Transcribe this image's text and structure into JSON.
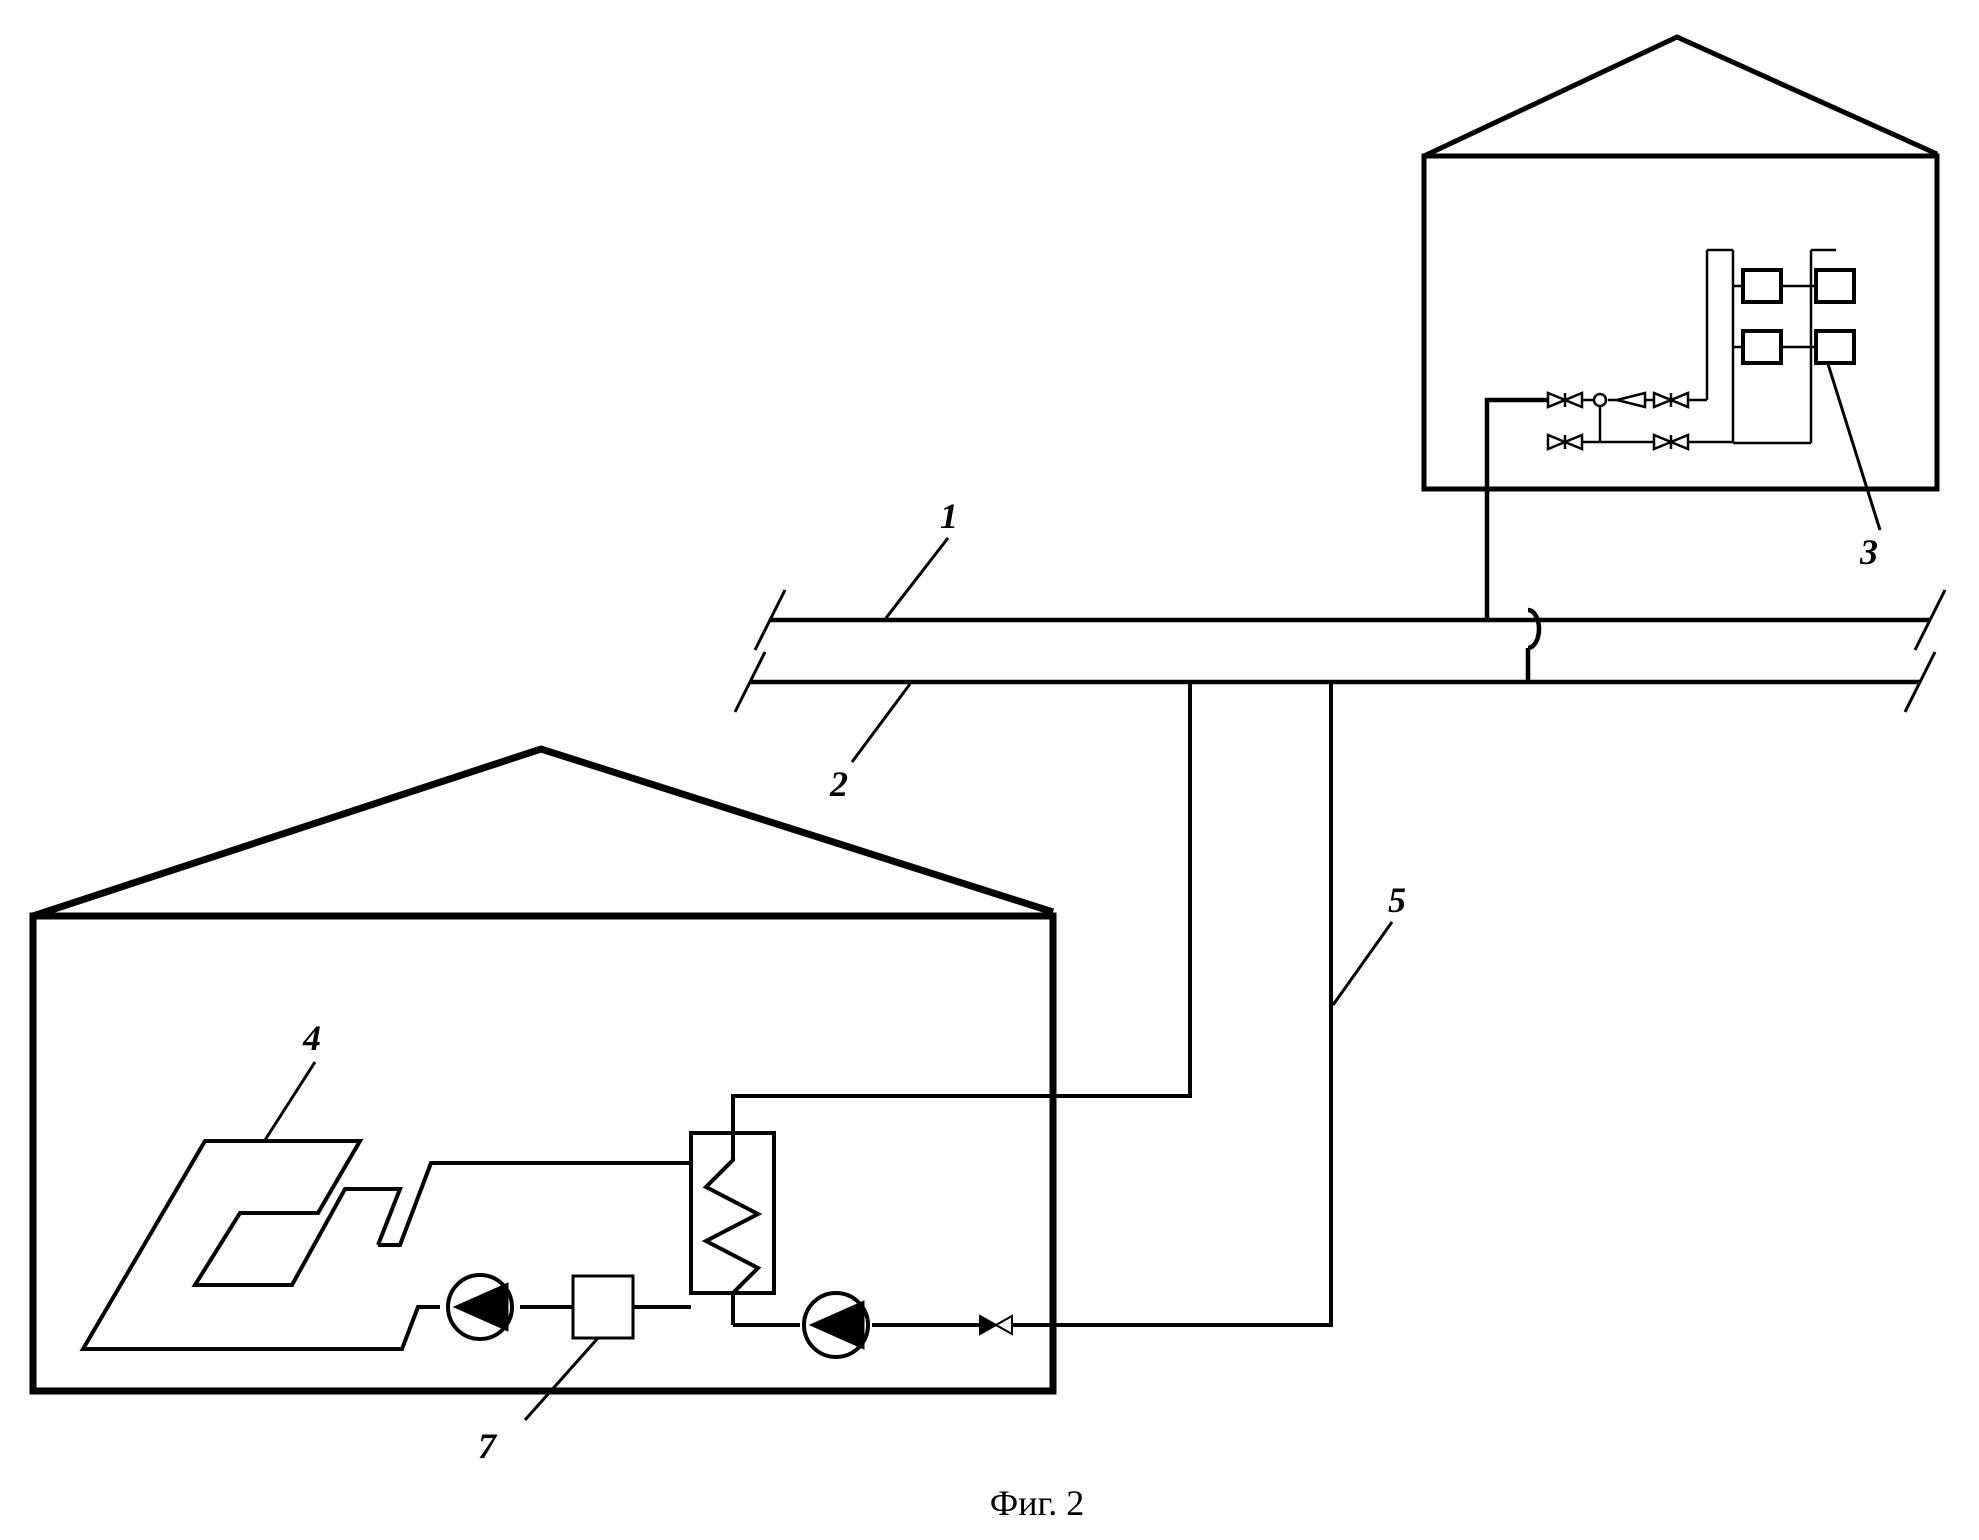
{
  "labels": {
    "supply_main": "1",
    "return_main": "2",
    "heating_devices": "3",
    "floor_coil": "4",
    "return_line": "5",
    "filter": "7"
  },
  "caption": "Фиг. 2",
  "colors": {
    "line": "#000000",
    "background": "#ffffff",
    "filter_fill": "#ffffff"
  }
}
